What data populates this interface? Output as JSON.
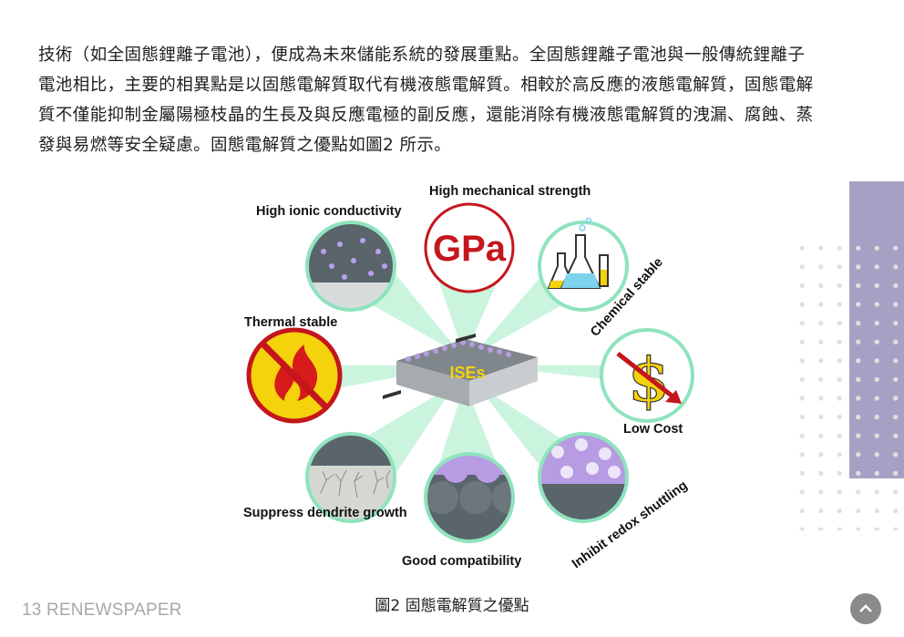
{
  "paragraph": {
    "lines": [
      "技術（如全固態鋰離子電池），便成為未來儲能系統的發展重點。全固態鋰離子電池與一般傳統鋰離子",
      "電池相比，主要的相異點是以固態電解質取代有機液態電解質。相較於高反應的液態電解質，固態電解",
      "質不僅能抑制金屬陽極枝晶的生長及與反應電極的副反應，還能消除有機液態電解質的洩漏、腐蝕、蒸",
      "發與易燃等安全疑慮。固態電解質之優點如圖2 所示。"
    ]
  },
  "figure": {
    "center_label": "ISEs",
    "gpa_text": "GPa",
    "labels": {
      "high_ionic": "High ionic conductivity",
      "mechanical": "High mechanical strength",
      "chemical": "Chemical stable",
      "thermal": "Thermal stable",
      "low_cost": "Low Cost",
      "dendrite": "Suppress dendrite growth",
      "compatibility": "Good compatibility",
      "redox": "Inhibit redox shuttling"
    },
    "colors": {
      "circle_border": "#8fe3bd",
      "ray": "#b5efd2",
      "gpa_red": "#c4161c",
      "fire_yellow": "#f4d20c",
      "electrode_gray": "#555f66",
      "purple": "#b79be3"
    }
  },
  "caption": "圖2  固態電解質之優點",
  "footer": {
    "page_label": "13 RENEWSPAPER"
  },
  "icons": {
    "back_to_top": "chevron-up-icon"
  }
}
